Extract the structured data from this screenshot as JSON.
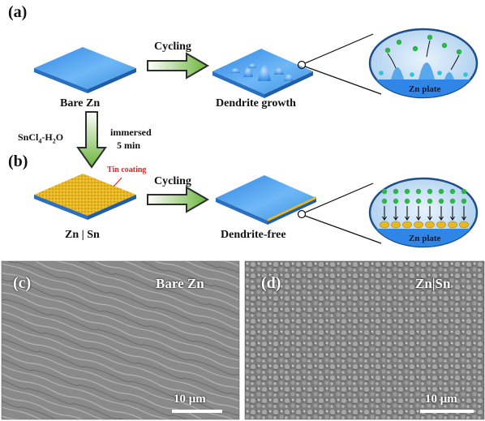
{
  "panels": {
    "a": "(a)",
    "b": "(b)",
    "c": "(c)",
    "d": "(d)"
  },
  "top_row": {
    "arrow_label": "Cycling",
    "left_caption": "Bare Zn",
    "right_caption": "Dendrite growth",
    "inset_label": "Zn plate"
  },
  "treatment": {
    "reagent": "SnCl4-H2O",
    "reagent_base": "SnCl",
    "reagent_sub1": "4",
    "reagent_mid": "-H",
    "reagent_sub2": "2",
    "reagent_end": "O",
    "line1": "immersed",
    "line2": "5 min"
  },
  "bottom_row": {
    "coating_label": "Tin coating",
    "arrow_label": "Cycling",
    "left_caption": "Zn | Sn",
    "right_caption": "Dendrite-free",
    "inset_label": "Zn plate"
  },
  "sem": {
    "c": {
      "title": "Bare Zn",
      "scale_bar": "10 μm"
    },
    "d": {
      "title": "Zn|Sn",
      "scale_bar": "10 μm"
    }
  },
  "colors": {
    "zinc_blue": "#3a8fe0",
    "zinc_side": "#2a6fc0",
    "tin_yellow": "#e8b820",
    "arrow_green": "#7ac142",
    "ion_green": "#2fb34a",
    "ion_cyan": "#29c6d8",
    "inset_bg": "#cfe4f7",
    "tin_label_red": "#ff1a1a"
  }
}
